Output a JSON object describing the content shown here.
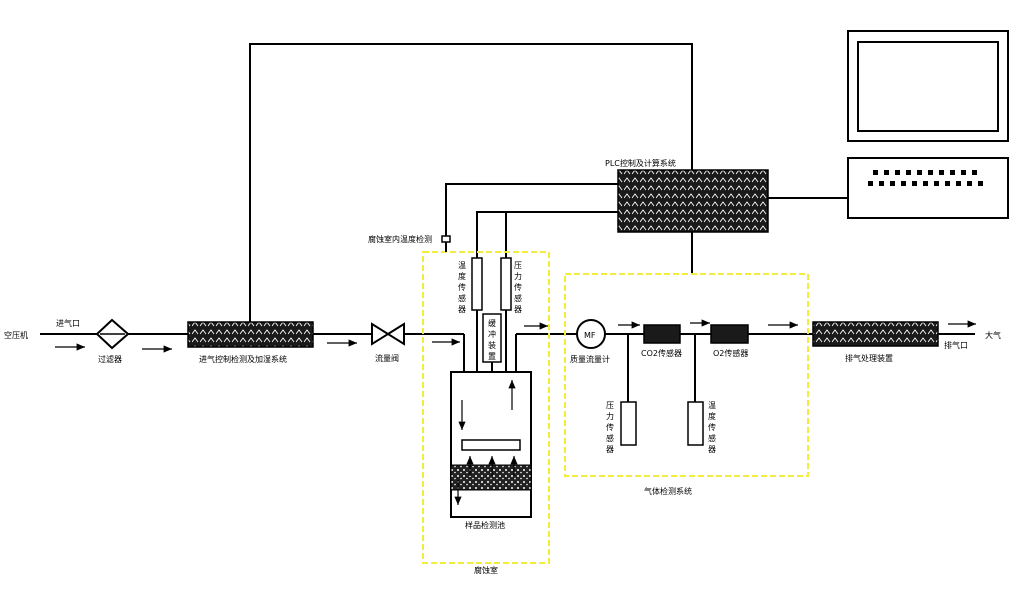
{
  "labels": {
    "compressor": "空压机",
    "inlet": "进气口",
    "filter": "过滤器",
    "inlet_control": "进气控制检测及加湿系统",
    "flow_valve": "流量阀",
    "chamber_temp_label": "腐蚀室内温度检测",
    "temp_sensor_chars": [
      "温",
      "度",
      "传",
      "感",
      "器"
    ],
    "pressure_sensor_chars": [
      "压",
      "力",
      "传",
      "感",
      "器"
    ],
    "buffer_chars": [
      "缓",
      "冲",
      "装",
      "置"
    ],
    "sample": "样品检测池",
    "corrosion_room": "腐蚀室",
    "plc": "PLC控制及计算系统",
    "mf": "MF",
    "mass_flow": "质量流量计",
    "co2_sensor": "CO2传感器",
    "o2_sensor": "O2传感器",
    "gas_pressure_chars": [
      "压",
      "力",
      "传",
      "感",
      "器"
    ],
    "gas_temp_chars": [
      "温",
      "度",
      "传",
      "感",
      "器"
    ],
    "gas_detection": "气体检测系统",
    "exhaust": "排气处理装置",
    "outlet": "排气口",
    "atmosphere": "大气"
  },
  "colors": {
    "line": "#000000",
    "yellow_box": "#f2ec3a",
    "hatch_bg": "#1a1a1a"
  },
  "icons": [
    "filter-diamond-icon",
    "valve-icon",
    "monitor-icon",
    "keyboard-icon"
  ]
}
